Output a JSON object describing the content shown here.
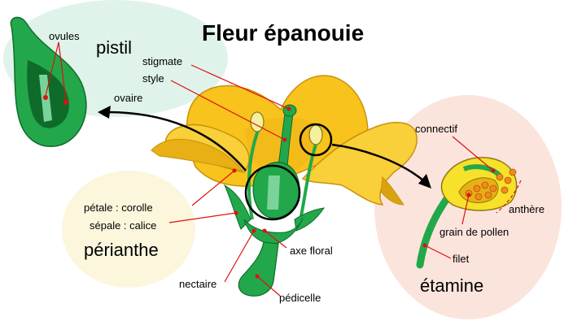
{
  "title": "Fleur épanouie",
  "groups": {
    "pistil": "pistil",
    "perianthe": "périanthe",
    "etamine": "étamine"
  },
  "labels": {
    "ovules": "ovules",
    "ovaire": "ovaire",
    "stigmate": "stigmate",
    "style": "style",
    "petale": "pétale : corolle",
    "sepale": "sépale : calice",
    "axe_floral": "axe floral",
    "nectaire": "nectaire",
    "pedicelle": "pédicelle",
    "connectif": "connectif",
    "anthere": "anthère",
    "grain_de_pollen": "grain de pollen",
    "filet": "filet"
  },
  "colors": {
    "petal": "#f7c31c",
    "petal_dark": "#d9a30f",
    "green": "#22a84b",
    "green_dark": "#0f6b2a",
    "pistil_bg": "#dff3ea",
    "perianth_bg": "#fbf6dc",
    "stamen_bg": "#fbe4dc",
    "pointer": "#e01010",
    "pollen": "#f08a1c"
  }
}
